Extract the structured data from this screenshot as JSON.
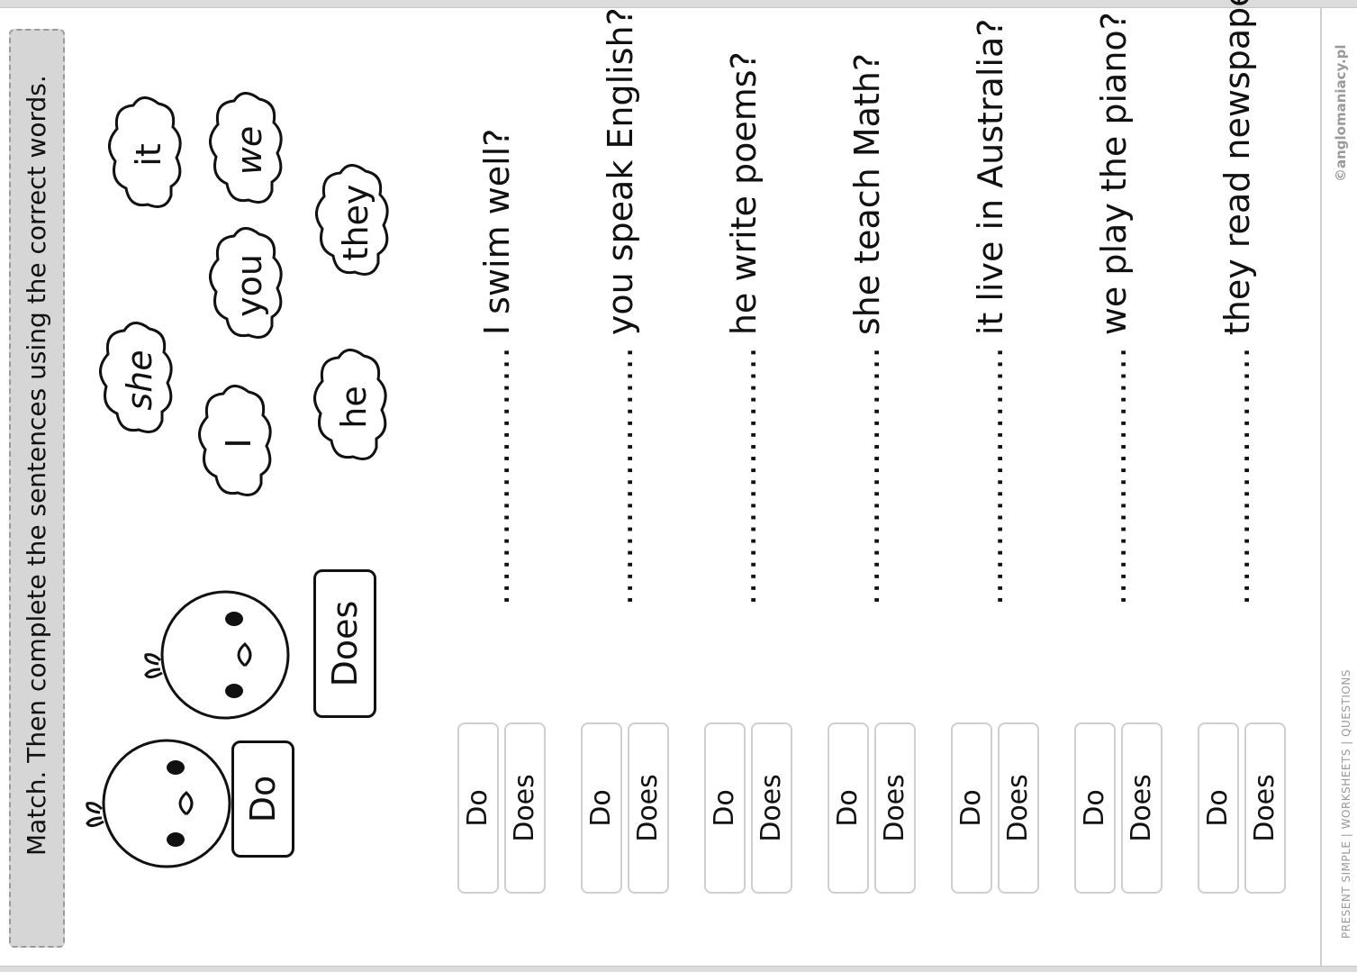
{
  "instruction": "Match. Then complete the sentences using the correct words.",
  "pronouns": [
    "she",
    "I",
    "you",
    "he",
    "it",
    "we",
    "they"
  ],
  "signs": {
    "do": "Do",
    "does": "Does"
  },
  "options": {
    "do": "Do",
    "does": "Does"
  },
  "blank": "......................",
  "sentences": [
    "I swim well?",
    "you speak English?",
    "he write poems?",
    "she teach Math?",
    "it live in Australia?",
    "we play the piano?",
    "they read newspapers?"
  ],
  "footer": "PRESENT SIMPLE  |  WORKSHEETS  |  QUESTIONS",
  "copyright": "©angloma­niacy.pl"
}
